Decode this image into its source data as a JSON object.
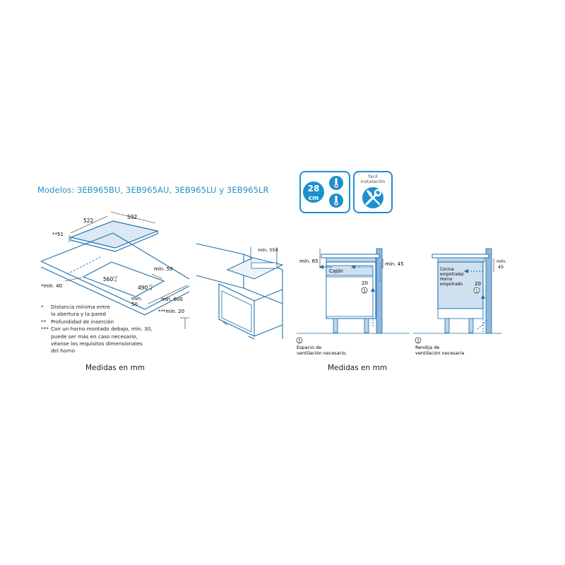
{
  "header": {
    "models": "Modelos: 3EB965BU, 3EB965AU, 3EB965LU y 3EB965LR"
  },
  "badges": {
    "size_top": "28",
    "size_unit": "cm",
    "easy_install": "fácil instalación",
    "easy_line1": "fácil",
    "easy_line2": "instalación",
    "icons": [
      "thermometer-icon",
      "thermometer-icon",
      "wrench-screwdriver-icon"
    ],
    "accent_color": "#1d8fcf"
  },
  "left_diagram": {
    "dim_522": "522",
    "dim_592": "592",
    "dim_51": "**51",
    "dim_min50": "mín. 50",
    "dim_560": "560",
    "dim_560_tol": "+2 -0",
    "dim_490": "490",
    "dim_490_tol": "+2 -0",
    "dim_min40": "*mín. 40",
    "dim_min600": "mín. 600",
    "dim_min50b_1": "mín.",
    "dim_min50b_2": "50",
    "dim_min20": "***mín. 20",
    "notes": [
      {
        "mark": "*",
        "text": "Distancia mínima entre la abertura y la pared"
      },
      {
        "mark": "**",
        "text": "Profundidad de inserción"
      },
      {
        "mark": "***",
        "text": "Con un horno montado debajo, mín. 30, puede ser más en caso necesario, véanse los requisitos dimensionales del horno"
      }
    ],
    "notes_lines": {
      "n1a": "Distancia mínima entre",
      "n1b": "la abertura y la pared",
      "n2": "Profundidad de inserción",
      "n3a": "Con un horno montado debajo, mín. 30,",
      "n3b": "puede ser más en caso necesario,",
      "n3c": "véanse los requisitos dimensionales",
      "n3d": "del horno"
    },
    "caption": "Medidas en mm"
  },
  "middle_diagram": {
    "dim_min550": "mín. 550"
  },
  "right_diagram_a": {
    "dim_min65": "mín. 65",
    "dim_min45": "mín. 45",
    "drawer_label": "Cajón",
    "dim_20": "20",
    "marker": "1",
    "footnote_marker": "1",
    "footnote_line1": "Espacio de",
    "footnote_line2": "ventilación necesario."
  },
  "right_diagram_b": {
    "label_line1": "Cocina",
    "label_line2": "empotrada/",
    "label_line3": "Horno",
    "label_line4": "empotrado",
    "dim_min45_1": "mín.",
    "dim_min45_2": "45",
    "dim_20": "20",
    "marker": "1",
    "footnote_marker": "1",
    "footnote_line1": "Rendija de",
    "footnote_line2": "ventilación necesaria"
  },
  "captions": {
    "right_caption": "Medidas en mm"
  },
  "colors": {
    "line_blue": "#1d6fa8",
    "fill_blue": "#cfe0f1",
    "accent": "#2a8fc6"
  }
}
